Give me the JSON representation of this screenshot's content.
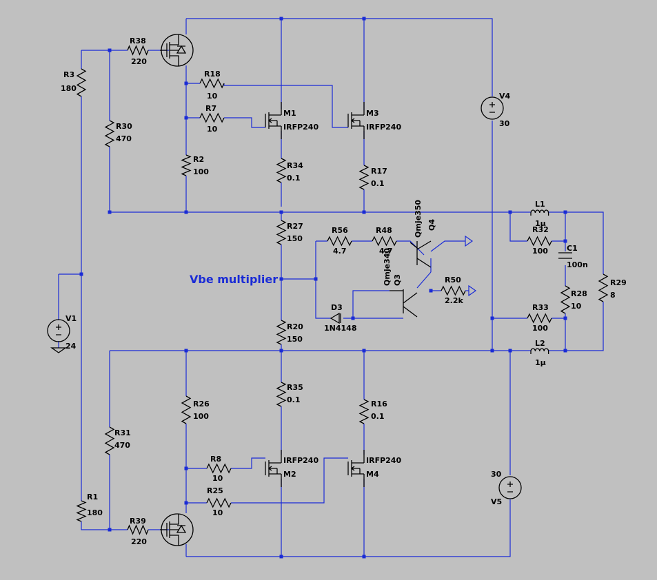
{
  "net_label": "Vbe multiplier",
  "labels": {
    "R38": [
      "R38",
      "220"
    ],
    "R3": [
      "R3",
      "180"
    ],
    "R30": [
      "R30",
      "470"
    ],
    "R18": [
      "R18",
      "10"
    ],
    "R7": [
      "R7",
      "10"
    ],
    "R2": [
      "R2",
      "100"
    ],
    "M1": [
      "M1",
      "IRFP240"
    ],
    "M3": [
      "M3",
      "IRFP240"
    ],
    "R34": [
      "R34",
      "0.1"
    ],
    "R17": [
      "R17",
      "0.1"
    ],
    "V4": [
      "V4",
      "30"
    ],
    "V1": [
      "V1",
      "24"
    ],
    "V5": [
      "V5",
      "30"
    ],
    "L1": [
      "L1",
      "1µ"
    ],
    "L2": [
      "L2",
      "1µ"
    ],
    "R32": [
      "R32",
      "100"
    ],
    "C1": [
      "C1",
      "100n"
    ],
    "R28": [
      "R28",
      "10"
    ],
    "R29": [
      "R29",
      "8"
    ],
    "R33": [
      "R33",
      "100"
    ],
    "R27": [
      "R27",
      "150"
    ],
    "R56": [
      "R56",
      "4.7"
    ],
    "R48": [
      "R48",
      "4.7"
    ],
    "Q4": [
      "Q4",
      "Qmje350"
    ],
    "Q3": [
      "Q3",
      "Qmje340"
    ],
    "R50": [
      "R50",
      "2.2k"
    ],
    "D3": [
      "D3",
      "1N4148"
    ],
    "R20": [
      "R20",
      "150"
    ],
    "R26": [
      "R26",
      "100"
    ],
    "R31": [
      "R31",
      "470"
    ],
    "R35": [
      "R35",
      "0.1"
    ],
    "R16": [
      "R16",
      "0.1"
    ],
    "M2": [
      "M2",
      "IRFP240"
    ],
    "M4": [
      "M4",
      "IRFP240"
    ],
    "R8": [
      "R8",
      "10"
    ],
    "R25": [
      "R25",
      "10"
    ],
    "R1": [
      "R1",
      "180"
    ],
    "R39": [
      "R39",
      "220"
    ]
  }
}
